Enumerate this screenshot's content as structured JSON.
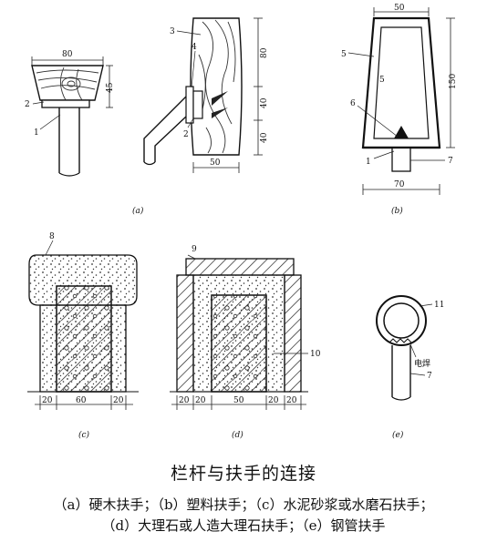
{
  "diagram": {
    "a": {
      "label": "(a)",
      "dims": {
        "width": "80",
        "height": "45",
        "right_top": "80",
        "right_mid": "40",
        "right_bot": "40",
        "bottom": "50"
      },
      "callouts": {
        "c1": "1",
        "c2": "2",
        "c3": "3",
        "c4": "4",
        "c2b": "2"
      }
    },
    "b": {
      "label": "(b)",
      "dims": {
        "top": "50",
        "height": "150",
        "bottom": "70",
        "inner": "5"
      },
      "callouts": {
        "c5": "5",
        "c6": "6",
        "c1": "1",
        "c7": "7"
      }
    },
    "c": {
      "label": "(c)",
      "dims": {
        "left": "20",
        "mid": "60",
        "right": "20"
      },
      "callouts": {
        "c8": "8"
      }
    },
    "d": {
      "label": "(d)",
      "dims": {
        "left1": "20",
        "left2": "20",
        "mid": "50",
        "right1": "20",
        "right2": "20"
      },
      "callouts": {
        "c9": "9",
        "c10": "10"
      }
    },
    "e": {
      "label": "(e)",
      "callouts": {
        "c11": "11",
        "weld": "电焊",
        "c7": "7"
      }
    }
  },
  "caption": {
    "title": "栏杆与扶手的连接",
    "line1": "（a）硬木扶手；（b）塑料扶手；（c）水泥砂浆或水磨石扶手；",
    "line2": "（d）大理石或人造大理石扶手；（e）钢管扶手"
  }
}
